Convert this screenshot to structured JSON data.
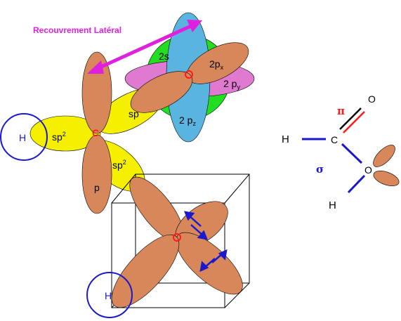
{
  "title": "Recouvrement Latéral",
  "colors": {
    "orange": "#d7875a",
    "green": "#22dd22",
    "blue": "#5ab4e0",
    "pink": "#e07ad0",
    "yellow": "#f4f000",
    "magenta": "#e020e0",
    "navy": "#1a1acc",
    "red": "#ff1a1a"
  },
  "oxygen_orbitals": {
    "s": "2s",
    "px": "2p",
    "px_sub": "x",
    "py": "2 p",
    "py_sub": "y",
    "pz": "2 p",
    "pz_sub": "z"
  },
  "carbon_orbitals": {
    "atom": "C",
    "sp": "sp",
    "sp2_a": "sp",
    "sp2_a_sup": "2",
    "sp2_b": "sp",
    "sp2_b_sup": "2",
    "p": "p"
  },
  "atoms": {
    "h_left": "H",
    "h_bottom": "H"
  },
  "molecule": {
    "h_top": "H",
    "c": "C",
    "o_top": "O",
    "o_right": "O",
    "h_bottom": "H",
    "pi": "π",
    "sigma": "σ"
  }
}
